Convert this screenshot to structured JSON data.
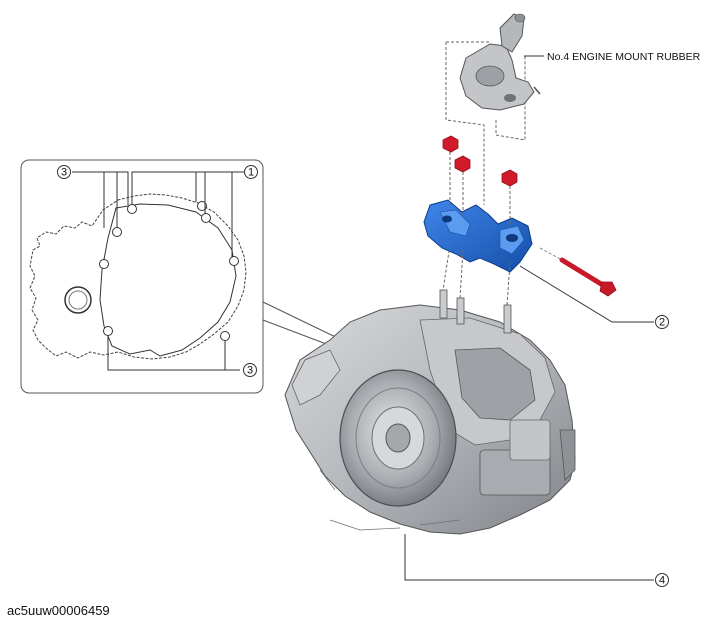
{
  "labels": {
    "mount_rubber": "No.4 ENGINE MOUNT RUBBER",
    "callout_1": "1",
    "callout_2": "2",
    "callout_3a": "3",
    "callout_3b": "3",
    "callout_4": "4"
  },
  "image_id": "ac5uuw00006459",
  "colors": {
    "bracket": "#1f63c9",
    "bolt": "#d11a2a",
    "transaxle": "#b9bcc0",
    "mount": "#c7c9cc"
  }
}
